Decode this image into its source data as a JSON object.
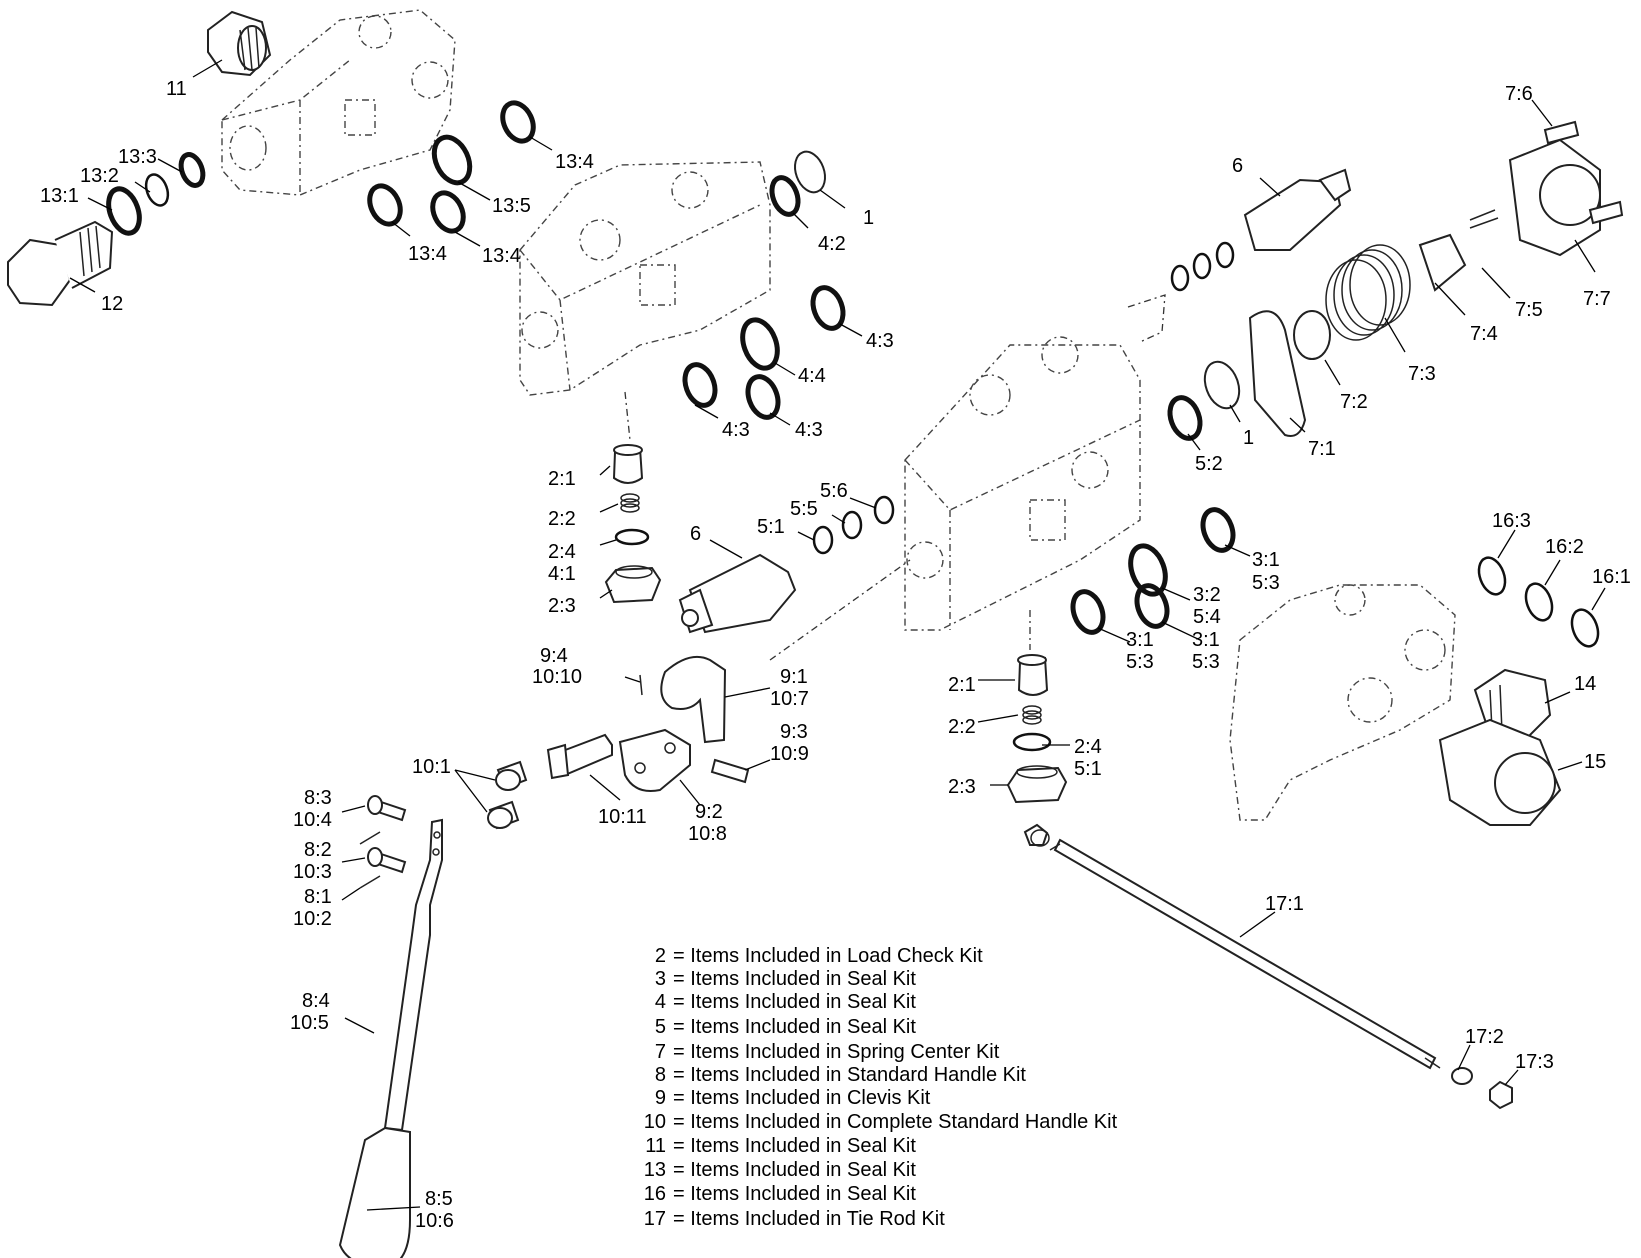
{
  "callouts": {
    "c11": "11",
    "c13_3": "13:3",
    "c13_2": "13:2",
    "c13_1": "13:1",
    "c12": "12",
    "c13_4a": "13:4",
    "c13_5": "13:5",
    "c13_4b": "13:4",
    "c13_4c": "13:4",
    "c1a": "1",
    "c4_2": "4:2",
    "c4_3a": "4:3",
    "c4_4": "4:4",
    "c4_3b": "4:3",
    "c4_3c": "4:3",
    "c6a": "6",
    "c7_6": "7:6",
    "c7_7": "7:7",
    "c7_5": "7:5",
    "c7_4": "7:4",
    "c7_3": "7:3",
    "c7_2": "7:2",
    "c7_1": "7:1",
    "c1b": "1",
    "c5_2": "5:2",
    "c2_1a": "2:1",
    "c2_2a": "2:2",
    "c2_4a": "2:4",
    "c4_1": "4:1",
    "c2_3a": "2:3",
    "c6b": "6",
    "c5_6": "5:6",
    "c5_5": "5:5",
    "c5_1a": "5:1",
    "c3_1a": "3:1",
    "c5_3a": "5:3",
    "c3_2": "3:2",
    "c5_4": "5:4",
    "c3_1b": "3:1",
    "c5_3b": "5:3",
    "c3_1c": "3:1",
    "c5_3c": "5:3",
    "c16_3": "16:3",
    "c16_2": "16:2",
    "c16_1": "16:1",
    "c14": "14",
    "c15": "15",
    "c9_4": "9:4",
    "c10_10": "10:10",
    "c9_1": "9:1",
    "c10_7": "10:7",
    "c9_3": "9:3",
    "c10_9": "10:9",
    "c9_2": "9:2",
    "c10_8": "10:8",
    "c10_11": "10:11",
    "c10_1": "10:1",
    "c2_1b": "2:1",
    "c2_2b": "2:2",
    "c2_4b": "2:4",
    "c5_1b": "5:1",
    "c2_3b": "2:3",
    "c8_3": "8:3",
    "c10_4": "10:4",
    "c8_2": "8:2",
    "c10_3": "10:3",
    "c8_1": "8:1",
    "c10_2": "10:2",
    "c8_4": "8:4",
    "c10_5": "10:5",
    "c8_5": "8:5",
    "c10_6": "10:6",
    "c17_1": "17:1",
    "c17_2": "17:2",
    "c17_3": "17:3"
  },
  "legend": [
    {
      "num": "2",
      "text": "= Items Included in Load Check Kit"
    },
    {
      "num": "3",
      "text": "= Items Included in Seal Kit"
    },
    {
      "num": "4",
      "text": "= Items Included in Seal Kit"
    },
    {
      "num": "5",
      "text": "= Items Included in Seal Kit"
    },
    {
      "num": "7",
      "text": "= Items Included in Spring Center Kit"
    },
    {
      "num": "8",
      "text": "= Items Included in Standard Handle Kit"
    },
    {
      "num": "9",
      "text": "= Items Included in Clevis Kit"
    },
    {
      "num": "10",
      "text": "= Items Included in Complete Standard Handle Kit"
    },
    {
      "num": "11",
      "text": "= Items Included in Seal Kit"
    },
    {
      "num": "13",
      "text": "= Items Included in Seal Kit"
    },
    {
      "num": "16",
      "text": "= Items Included in Seal Kit"
    },
    {
      "num": "17",
      "text": "= Items Included in Tie Rod Kit"
    }
  ]
}
